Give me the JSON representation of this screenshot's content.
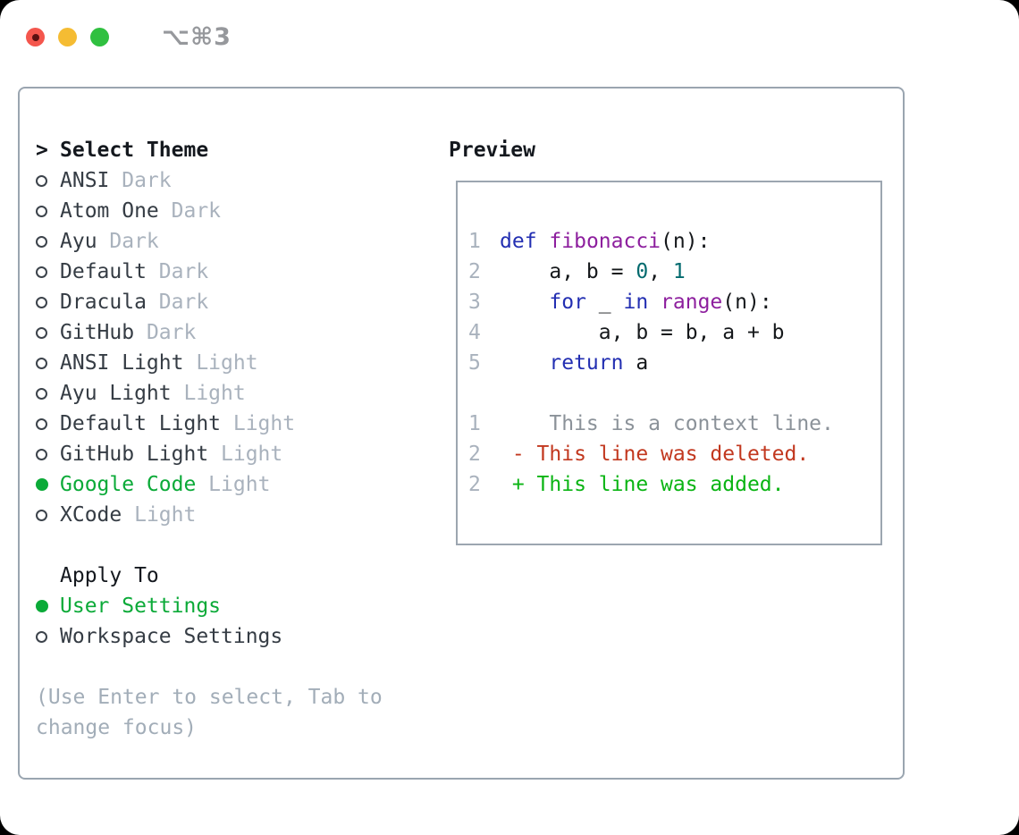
{
  "window": {
    "title": "⌥⌘3",
    "controls": {
      "close": "close",
      "minimize": "minimize",
      "zoom": "zoom"
    }
  },
  "theme_panel": {
    "header_prefix": ">",
    "header": "Select Theme",
    "themes": [
      {
        "name": "ANSI",
        "variant": "Dark",
        "selected": false
      },
      {
        "name": "Atom One",
        "variant": "Dark",
        "selected": false
      },
      {
        "name": "Ayu",
        "variant": "Dark",
        "selected": false
      },
      {
        "name": "Default",
        "variant": "Dark",
        "selected": false
      },
      {
        "name": "Dracula",
        "variant": "Dark",
        "selected": false
      },
      {
        "name": "GitHub",
        "variant": "Dark",
        "selected": false
      },
      {
        "name": "ANSI Light",
        "variant": "Light",
        "selected": false
      },
      {
        "name": "Ayu Light",
        "variant": "Light",
        "selected": false
      },
      {
        "name": "Default Light",
        "variant": "Light",
        "selected": false
      },
      {
        "name": "GitHub Light",
        "variant": "Light",
        "selected": false
      },
      {
        "name": "Google Code",
        "variant": "Light",
        "selected": true
      },
      {
        "name": "XCode",
        "variant": "Light",
        "selected": false
      }
    ],
    "apply_to": {
      "header": "Apply To",
      "options": [
        {
          "name": "User Settings",
          "selected": true
        },
        {
          "name": "Workspace Settings",
          "selected": false
        }
      ]
    },
    "hint_lines": [
      "(Use Enter to select, Tab to",
      "change focus)"
    ]
  },
  "preview": {
    "header": "Preview",
    "code_lines": [
      {
        "num": "1",
        "tokens": [
          [
            "kw",
            "def"
          ],
          [
            "pl",
            " "
          ],
          [
            "fn",
            "fibonacci"
          ],
          [
            "pl",
            "(n):"
          ]
        ]
      },
      {
        "num": "2",
        "tokens": [
          [
            "pl",
            "    a, b = "
          ],
          [
            "num",
            "0"
          ],
          [
            "pl",
            ", "
          ],
          [
            "num",
            "1"
          ]
        ]
      },
      {
        "num": "3",
        "tokens": [
          [
            "pl",
            "    "
          ],
          [
            "kw",
            "for"
          ],
          [
            "pl",
            " _ "
          ],
          [
            "kw",
            "in"
          ],
          [
            "pl",
            " "
          ],
          [
            "fn",
            "range"
          ],
          [
            "pl",
            "(n):"
          ]
        ]
      },
      {
        "num": "4",
        "tokens": [
          [
            "pl",
            "        a, b = b, a + b"
          ]
        ]
      },
      {
        "num": "5",
        "tokens": [
          [
            "pl",
            "    "
          ],
          [
            "kw",
            "return"
          ],
          [
            "pl",
            " a"
          ]
        ]
      }
    ],
    "diff_lines": [
      {
        "num": "1",
        "kind": "ctx",
        "text": "    This is a context line."
      },
      {
        "num": "2",
        "kind": "del",
        "text": " - This line was deleted."
      },
      {
        "num": "2",
        "kind": "add",
        "text": " + This line was added."
      }
    ]
  },
  "colors": {
    "selection_green": "#0baa38",
    "diff_added_green": "#0ab413",
    "diff_deleted_red": "#c2381f",
    "diff_context_gray": "#8b9299",
    "keyword_blue": "#232fb2",
    "function_purple": "#8d1f9e",
    "literal_teal": "#026a6e",
    "muted_gray": "#a9b2bd",
    "panel_border": "#9aa5b0",
    "traffic_red": "#f4564d",
    "traffic_yellow": "#f5bc33",
    "traffic_green": "#30c040"
  }
}
